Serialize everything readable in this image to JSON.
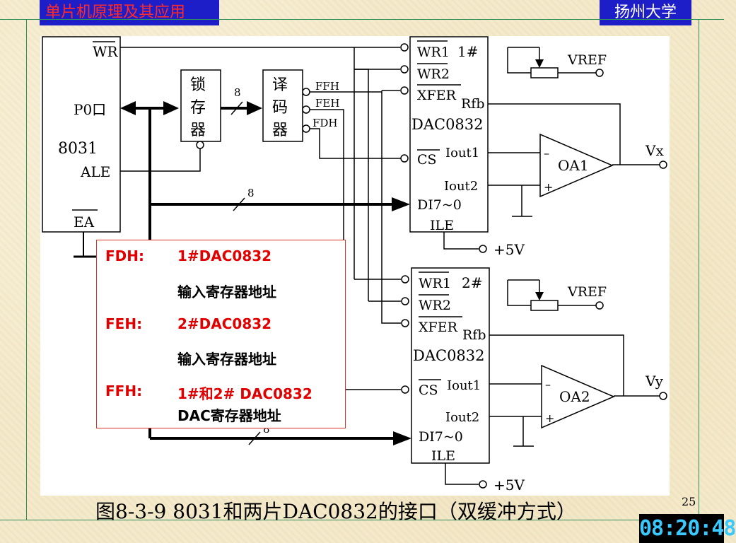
{
  "header": {
    "course_title": "单片机原理及其应用",
    "university": "扬州大学"
  },
  "diagram": {
    "mcu": {
      "wr": "WR",
      "p0": "P0口",
      "chip": "8031",
      "ale": "ALE",
      "ea": "EA"
    },
    "latch": [
      "锁",
      "存",
      "器"
    ],
    "decoder": [
      "译",
      "码",
      "器"
    ],
    "bus_width": "8",
    "decoder_outputs": [
      "FFH",
      "FEH",
      "FDH"
    ],
    "dac1": {
      "number": "1#",
      "wr1": "WR1",
      "wr2": "WR2",
      "xfer": "XFER",
      "rfb": "Rfb",
      "name": "DAC0832",
      "cs": "CS",
      "iout1": "Iout1",
      "iout2": "Iout2",
      "di": "DI7~0",
      "ile": "ILE",
      "vref": "VREF",
      "amp": "OA1",
      "vout": "Vx",
      "supply": "+5V"
    },
    "dac2": {
      "number": "2#",
      "wr1": "WR1",
      "wr2": "WR2",
      "xfer": "XFER",
      "rfb": "Rfb",
      "name": "DAC0832",
      "cs": "CS",
      "iout1": "Iout1",
      "iout2": "Iout2",
      "di": "DI7~0",
      "ile": "ILE",
      "vref": "VREF",
      "amp": "OA2",
      "vout": "Vy",
      "supply": "+5V"
    }
  },
  "legend": [
    {
      "addr": "FDH:",
      "desc": "1#DAC0832",
      "desc2": "输入寄存器地址"
    },
    {
      "addr": "FEH:",
      "desc": "2#DAC0832",
      "desc2": "输入寄存器地址"
    },
    {
      "addr": "FFH:",
      "desc": "1#和2# DAC0832",
      "desc2": "DAC寄存器地址"
    }
  ],
  "caption": "图8-3-9  8031和两片DAC0832的接口（双缓冲方式）",
  "page_number": "25",
  "clock": "08:20:48",
  "colors": {
    "header_bg": "#1d1ec8",
    "header_left_text": "#ff2a2a",
    "legend_border": "#e0302a",
    "legend_red": "#e00000",
    "clock_digits": "#39c9ff",
    "frame_line": "#2f8f5a"
  }
}
